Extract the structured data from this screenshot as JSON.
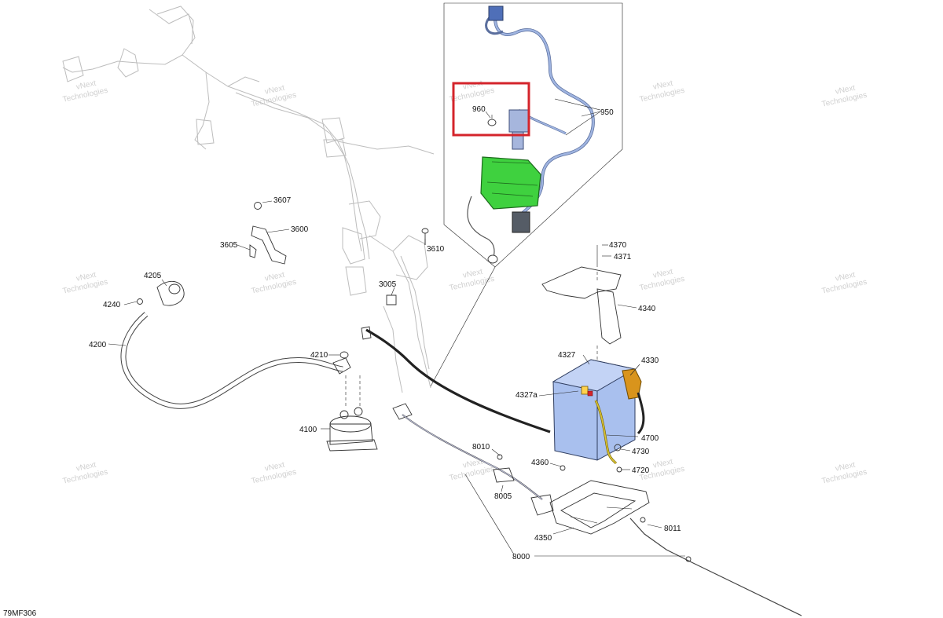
{
  "watermark": {
    "line1": "vNext",
    "line2": "Technologies"
  },
  "diagram_code": "79MF306",
  "highlight_color": "#d4242b",
  "part_colors": {
    "relay_box": "#3fd13f",
    "battery": "#a9c0ee",
    "terminal_cover": "#d9941c",
    "harness": "#9fb4e0"
  },
  "callouts": {
    "c960": "960",
    "c950": "950",
    "c3607": "3607",
    "c3600": "3600",
    "c3605": "3605",
    "c3610": "3610",
    "c3005": "3005",
    "c4205": "4205",
    "c4240": "4240",
    "c4200": "4200",
    "c4210": "4210",
    "c4100": "4100",
    "c4370": "4370",
    "c4371": "4371",
    "c4340": "4340",
    "c4327": "4327",
    "c4330": "4330",
    "c4327a": "4327a",
    "c4700": "4700",
    "c4730": "4730",
    "c4720": "4720",
    "c4360": "4360",
    "c8010": "8010",
    "c8005": "8005",
    "c4350": "4350",
    "c8011": "8011",
    "c8000": "8000"
  }
}
